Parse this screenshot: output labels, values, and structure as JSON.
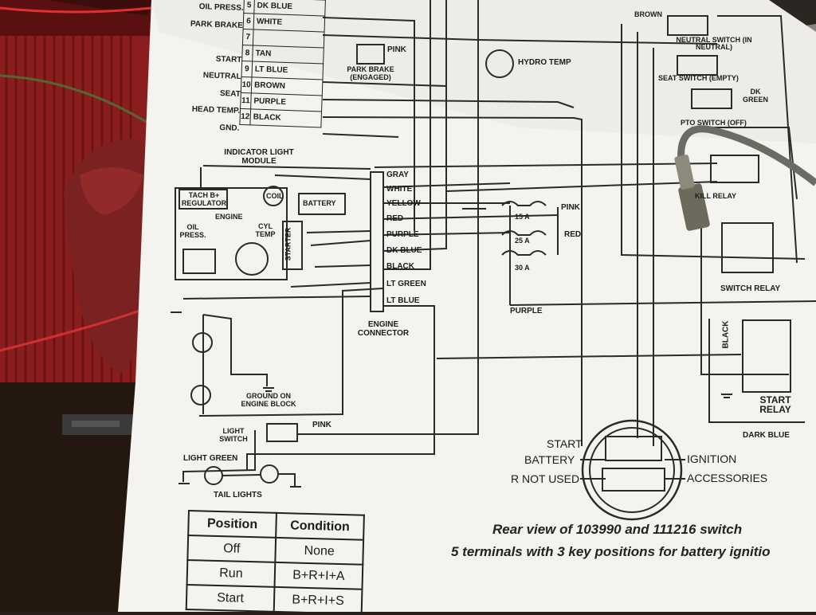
{
  "pin_rows": [
    {
      "label": "OIL PRESS.",
      "pin": "5",
      "wire": "DK BLUE"
    },
    {
      "label": "PARK BRAKE",
      "pin": "6",
      "wire": "WHITE"
    },
    {
      "label": "",
      "pin": "7",
      "wire": ""
    },
    {
      "label": "START",
      "pin": "8",
      "wire": "TAN"
    },
    {
      "label": "NEUTRAL",
      "pin": "9",
      "wire": "LT BLUE"
    },
    {
      "label": "SEAT",
      "pin": "10",
      "wire": "BROWN"
    },
    {
      "label": "HEAD TEMP.",
      "pin": "11",
      "wire": "PURPLE"
    },
    {
      "label": "GND.",
      "pin": "12",
      "wire": "BLACK"
    }
  ],
  "labels": {
    "indicator_module": "INDICATOR LIGHT MODULE",
    "pink_top": "PINK",
    "park_brake_switch": "PARK BRAKE (ENGAGED)",
    "hydro_temp": "HYDRO TEMP",
    "brown_top": "BROWN",
    "neutral_switch": "NEUTRAL SWITCH (IN NEUTRAL)",
    "seat_switch": "SEAT SWITCH (EMPTY)",
    "dk_green": "DK GREEN",
    "pto_switch": "PTO SWITCH (OFF)",
    "kill_relay": "KILL RELAY",
    "tach_regulator": "TACH B+ REGULATOR",
    "coil": "COIL",
    "battery": "BATTERY",
    "engine": "ENGINE",
    "oil_press": "OIL PRESS.",
    "cyl_temp": "CYL TEMP",
    "starter": "STARTER",
    "engine_connector": "ENGINE CONNECTOR",
    "fuse_15": "15 A",
    "fuse_25": "25 A",
    "fuse_30": "30 A",
    "pink_fuse": "PINK",
    "red_fuse": "RED",
    "purple": "PURPLE",
    "switch_relay": "SWITCH RELAY",
    "black_vertical": "BLACK",
    "start_relay": "START RELAY",
    "dark_blue": "DARK BLUE",
    "ground_block": "GROUND ON ENGINE BLOCK",
    "light_switch": "LIGHT SWITCH",
    "pink_light": "PINK",
    "light_green": "LIGHT GREEN",
    "tail_lights": "TAIL LIGHTS"
  },
  "connector_wires": [
    "GRAY",
    "WHITE",
    "YELLOW",
    "RED",
    "PURPLE",
    "DK BLUE",
    "BLACK",
    "LT GREEN",
    "LT BLUE"
  ],
  "switch_terminals": {
    "start": "START",
    "battery": "BATTERY",
    "r_not_used": "R NOT USED",
    "ignition": "IGNITION",
    "accessories": "ACCESSORIES"
  },
  "caption": {
    "line1": "Rear view of 103990 and 111216 switch",
    "line2": "5 terminals with 3 key positions for battery ignitio"
  },
  "position_table": {
    "headers": [
      "Position",
      "Condition"
    ],
    "rows": [
      [
        "Off",
        "None"
      ],
      [
        "Run",
        "B+R+I+A"
      ],
      [
        "Start",
        "B+R+I+S"
      ]
    ]
  }
}
